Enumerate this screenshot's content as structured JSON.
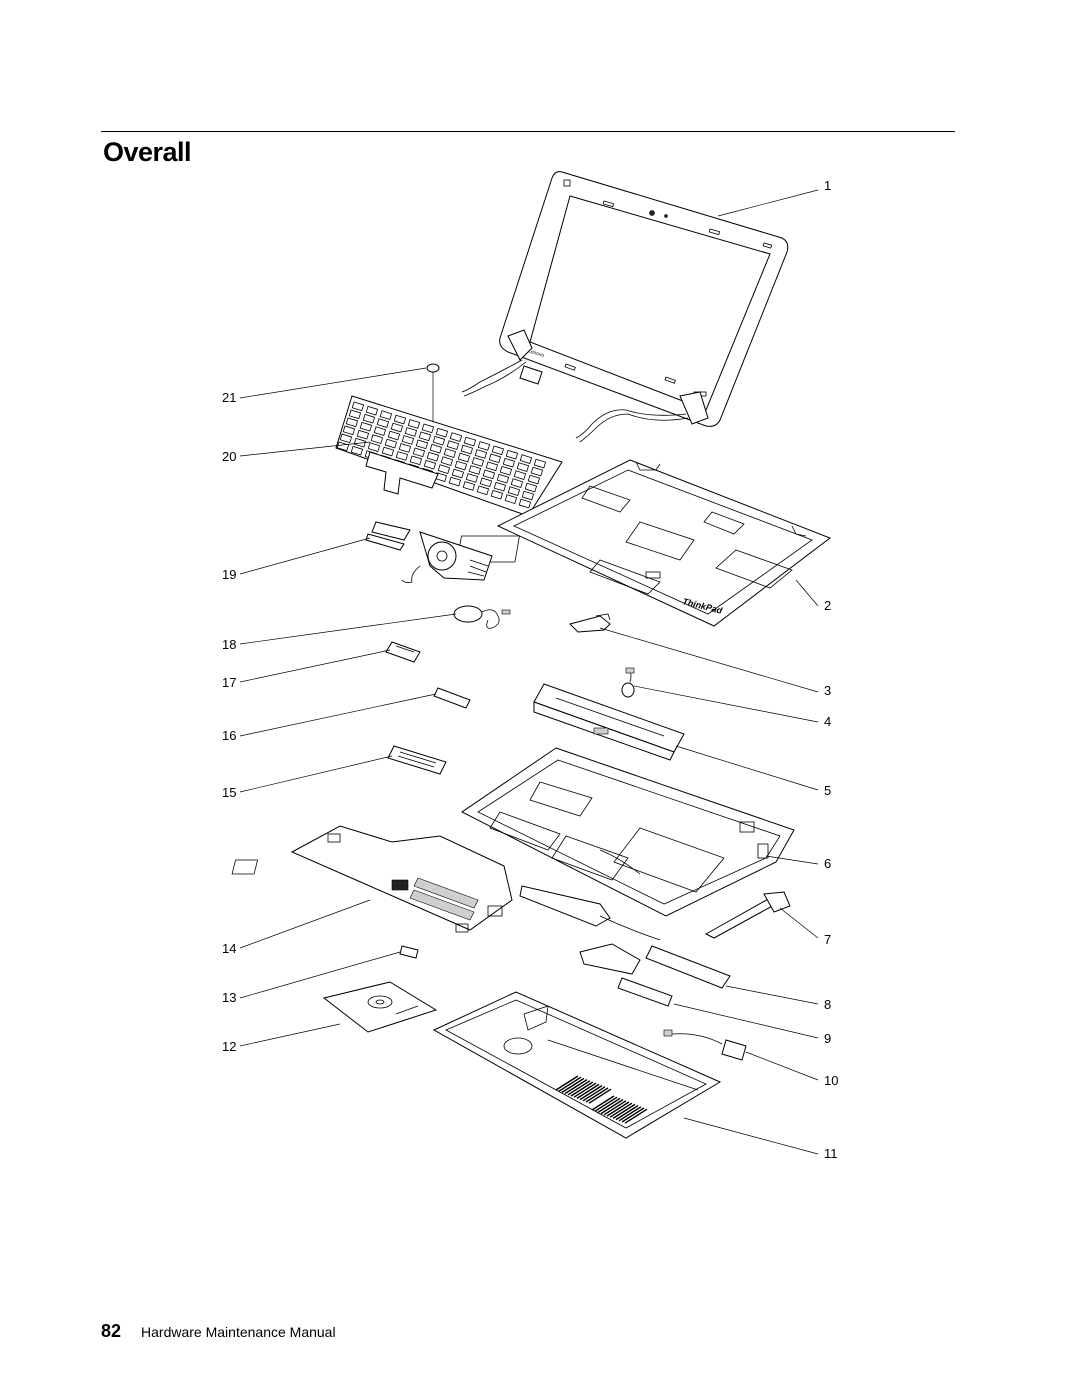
{
  "section_title": "Overall",
  "footer": {
    "page_number": "82",
    "manual_title": "Hardware Maintenance Manual"
  },
  "diagram": {
    "callouts": [
      "1",
      "2",
      "3",
      "4",
      "5",
      "6",
      "7",
      "8",
      "9",
      "10",
      "11",
      "12",
      "13",
      "14",
      "15",
      "16",
      "17",
      "18",
      "19",
      "20",
      "21"
    ],
    "logo_text": "ThinkPad"
  }
}
